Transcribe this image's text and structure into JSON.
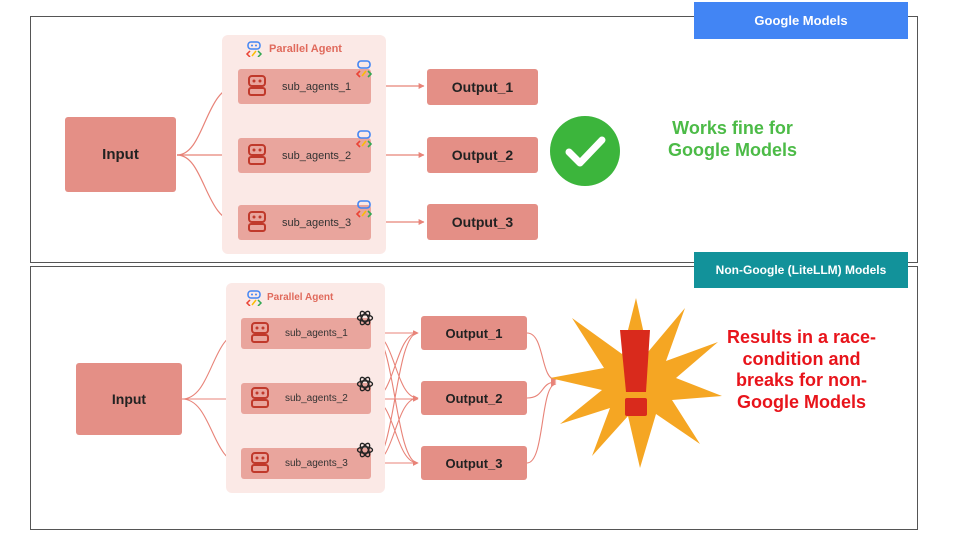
{
  "top_panel": {
    "tag": "Google Models",
    "group_title": "Parallel Agent",
    "input_label": "Input",
    "agents": [
      "sub_agents_1",
      "sub_agents_2",
      "sub_agents_3"
    ],
    "outputs": [
      "Output_1",
      "Output_2",
      "Output_3"
    ],
    "message": "Works fine for Google Models",
    "status_icon": "check-circle-icon",
    "colors": {
      "tag_bg": "#4285f4",
      "message": "#4cbb47",
      "check": "#3cb53c"
    }
  },
  "bottom_panel": {
    "tag": "Non-Google (LiteLLM) Models",
    "group_title": "Parallel Agent",
    "input_label": "Input",
    "agents": [
      "sub_agents_1",
      "sub_agents_2",
      "sub_agents_3"
    ],
    "outputs": [
      "Output_1",
      "Output_2",
      "Output_3"
    ],
    "message": "Results in a race-condition and breaks for non-Google Models",
    "status_icon": "exclamation-star-icon",
    "colors": {
      "tag_bg": "#12929a",
      "message": "#e8141b",
      "star": "#f5a623",
      "exclaim": "#d92a1c"
    }
  },
  "colors": {
    "box": "#e48f86",
    "agent": "#e9a59d",
    "group_bg": "#fbe9e6",
    "wire": "#e88378"
  }
}
